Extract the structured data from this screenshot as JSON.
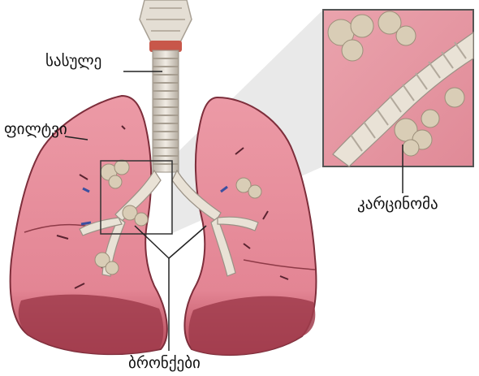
{
  "labels": {
    "trachea": "სასულე",
    "lung": "ფილტვი",
    "carcinoma": "კარცინომა",
    "bronchi": "ბრონქები"
  },
  "colors": {
    "lung_fill": "#e58c98",
    "lung_dark": "#9c3547",
    "trachea": "#d9d2c8",
    "tissue": "#d8cdb8",
    "background": "#ffffff"
  }
}
